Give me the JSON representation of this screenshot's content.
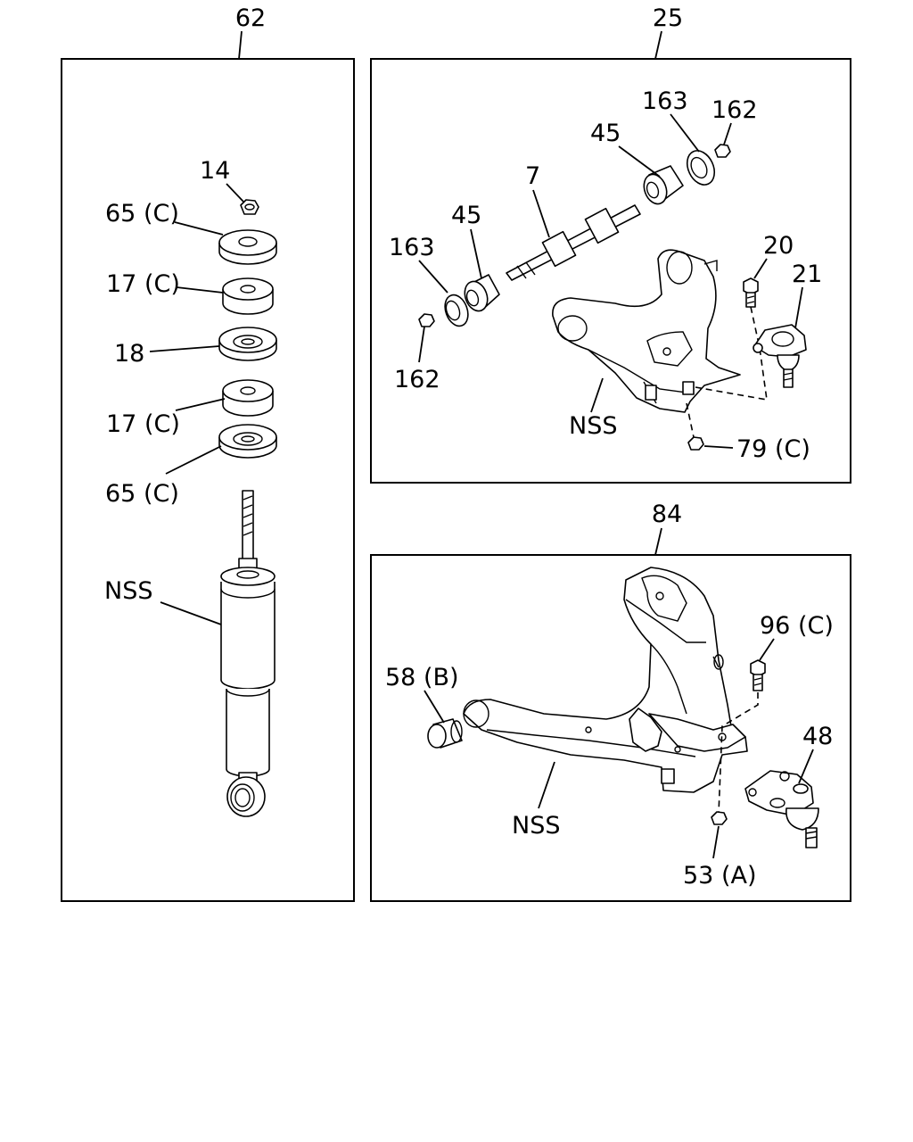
{
  "groups": {
    "shock_absorber": {
      "ref": "62",
      "callouts": [
        "14",
        "65 (C)",
        "17 (C)",
        "18",
        "17 (C)",
        "65 (C)",
        "NSS"
      ]
    },
    "upper_arm": {
      "ref": "25",
      "callouts": [
        "163",
        "162",
        "45",
        "7",
        "45",
        "163",
        "162",
        "20",
        "21",
        "NSS",
        "79 (C)"
      ]
    },
    "lower_arm": {
      "ref": "84",
      "callouts": [
        "96 (C)",
        "58 (B)",
        "48",
        "NSS",
        "53 (A)"
      ]
    }
  }
}
